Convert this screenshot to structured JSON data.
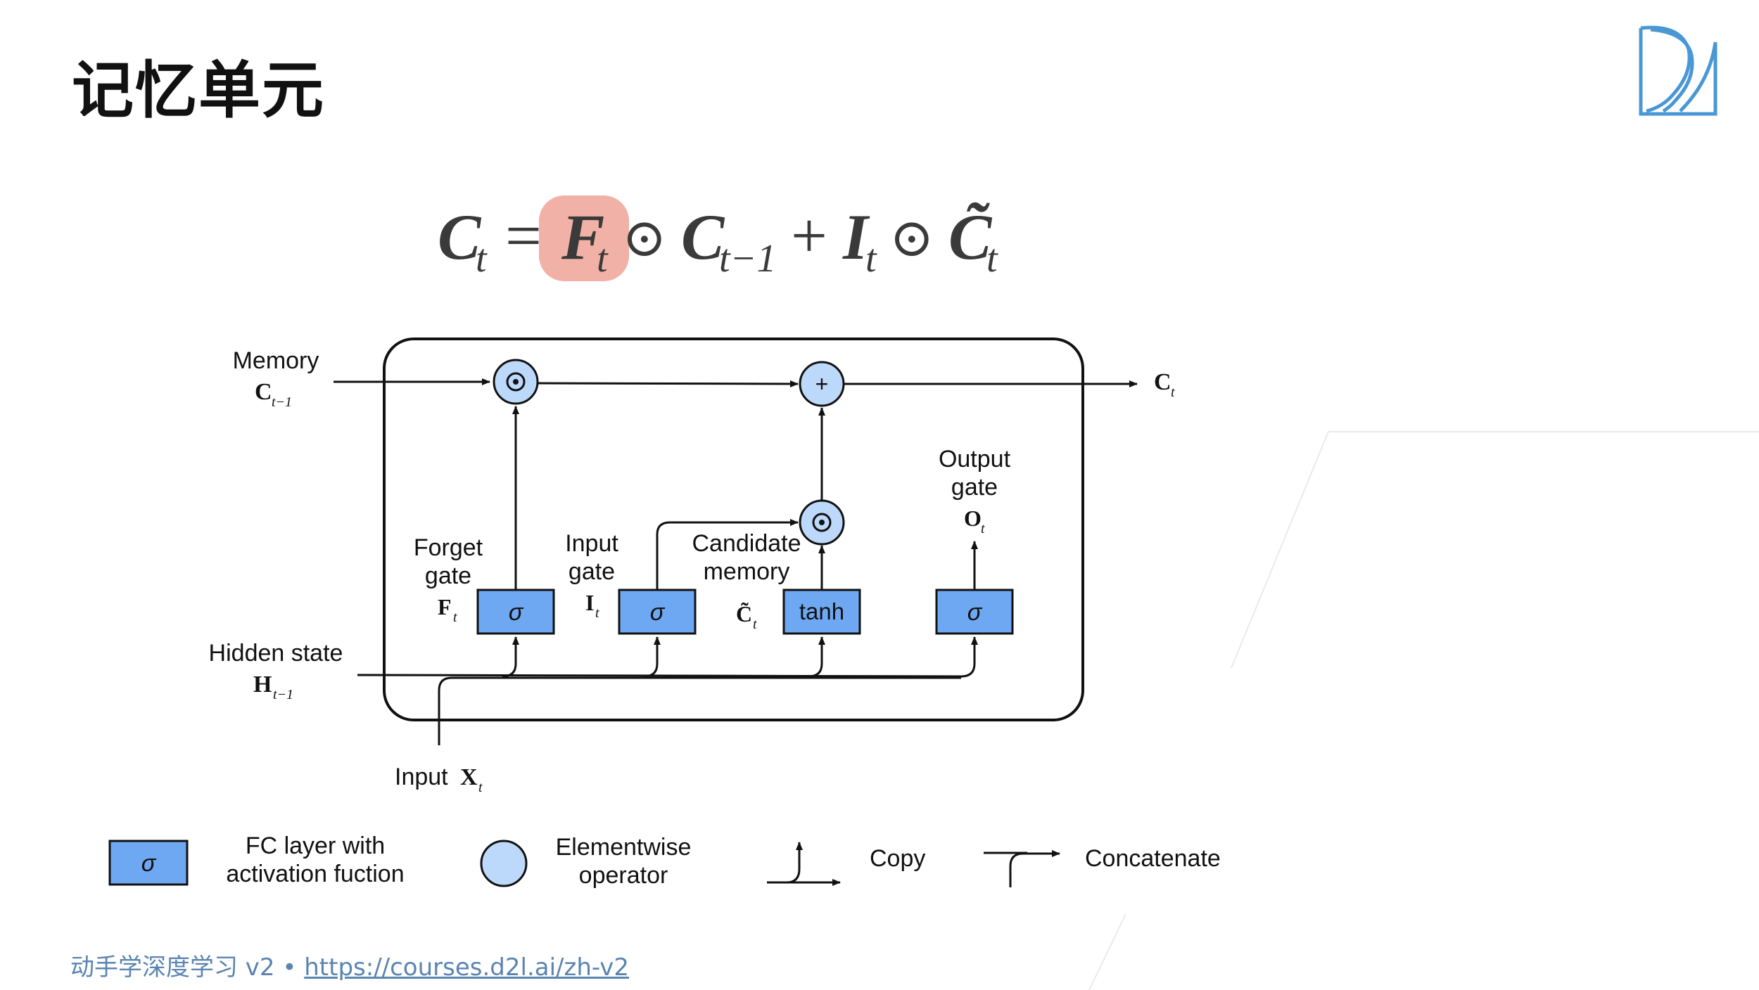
{
  "slide": {
    "title": "记忆单元"
  },
  "equation": {
    "lhs": "C",
    "lhs_sub": "t",
    "eq": "=",
    "term1": "F",
    "term1_sub": "t",
    "odot1": "⊙",
    "term2": "C",
    "term2_sub": "t−1",
    "plus": "+",
    "term3": "I",
    "term3_sub": "t",
    "odot2": "⊙",
    "term4": "C̃",
    "term4_sub": "t",
    "highlight_color": "#f2b1a6"
  },
  "diagram": {
    "memory_label": "Memory",
    "memory_symbol": "C",
    "memory_sub": "t−1",
    "output_symbol": "C",
    "output_sub": "t",
    "hidden_label": "Hidden state",
    "hidden_symbol": "H",
    "hidden_sub": "t−1",
    "input_label": "Input",
    "input_symbol": "X",
    "input_sub": "t",
    "forget_label_1": "Forget",
    "forget_label_2": "gate",
    "forget_symbol": "F",
    "forget_sub": "t",
    "input_gate_label_1": "Input",
    "input_gate_label_2": "gate",
    "input_gate_symbol": "I",
    "input_gate_sub": "t",
    "candidate_label_1": "Candidate",
    "candidate_label_2": "memory",
    "candidate_symbol": "C̃",
    "candidate_sub": "t",
    "output_gate_label_1": "Output",
    "output_gate_label_2": "gate",
    "output_gate_symbol": "O",
    "output_gate_sub": "t",
    "sigma": "σ",
    "tanh": "tanh",
    "plus_op": "+",
    "box_color": "#6fa8f2",
    "node_color": "#bcd8fb"
  },
  "legend": {
    "fc_line_1": "FC layer with",
    "fc_line_2": "activation fuction",
    "op_line_1": "Elementwise",
    "op_line_2": "operator",
    "copy": "Copy",
    "concat": "Concatenate",
    "sigma": "σ"
  },
  "footer": {
    "prefix": "动手学深度学习 v2 • ",
    "link": "https://courses.d2l.ai/zh-v2"
  },
  "colors": {
    "logo": "#4a97d6",
    "footer": "#5b84b1"
  }
}
